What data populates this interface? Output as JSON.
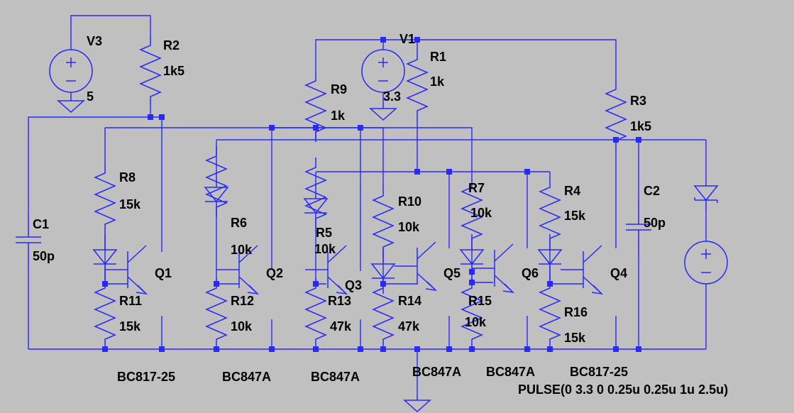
{
  "components": {
    "V3": {
      "name": "V3",
      "value": "5"
    },
    "V1": {
      "name": "V1",
      "value": "3.3"
    },
    "V2": {
      "value": "PULSE(0 3.3 0 0.25u 0.25u 1u 2.5u)"
    },
    "R1": {
      "name": "R1",
      "value": "1k"
    },
    "R2": {
      "name": "R2",
      "value": "1k5"
    },
    "R3": {
      "name": "R3",
      "value": "1k5"
    },
    "R4": {
      "name": "R4",
      "value": "15k"
    },
    "R5": {
      "name": "R5",
      "value": "10k"
    },
    "R6": {
      "name": "R6",
      "value": "10k"
    },
    "R7": {
      "name": "R7",
      "value": "10k"
    },
    "R8": {
      "name": "R8",
      "value": "15k"
    },
    "R9": {
      "name": "R9",
      "value": "1k"
    },
    "R10": {
      "name": "R10",
      "value": "10k"
    },
    "R11": {
      "name": "R11",
      "value": "15k"
    },
    "R12": {
      "name": "R12",
      "value": "10k"
    },
    "R13": {
      "name": "R13",
      "value": "47k"
    },
    "R14": {
      "name": "R14",
      "value": "47k"
    },
    "R15": {
      "name": "R15",
      "value": "10k"
    },
    "R16": {
      "name": "R16",
      "value": "15k"
    },
    "C1": {
      "name": "C1",
      "value": "50p"
    },
    "C2": {
      "name": "C2",
      "value": "50p"
    },
    "Q1": {
      "name": "Q1",
      "model": "BC817-25"
    },
    "Q2": {
      "name": "Q2",
      "model": "BC847A"
    },
    "Q3": {
      "name": "Q3",
      "model": "BC847A"
    },
    "Q5": {
      "name": "Q5",
      "model": "BC847A"
    },
    "Q6": {
      "name": "Q6",
      "model": "BC847A"
    },
    "Q4": {
      "name": "Q4",
      "model": "BC817-25"
    }
  },
  "colors": {
    "wire": "#2828ff",
    "background": "#c0c0c0",
    "text": "#000000"
  }
}
